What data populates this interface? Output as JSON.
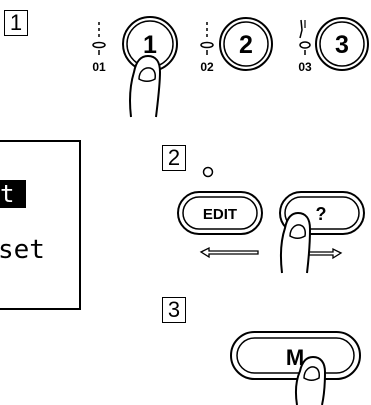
{
  "steps": [
    "1",
    "2",
    "3"
  ],
  "memory_buttons": [
    {
      "number": "1",
      "slot": "01"
    },
    {
      "number": "2",
      "slot": "02"
    },
    {
      "number": "3",
      "slot": "03"
    }
  ],
  "lcd": {
    "line1": "t",
    "line2": "set"
  },
  "buttons": {
    "edit": "EDIT",
    "help": "?",
    "memory": "M"
  }
}
